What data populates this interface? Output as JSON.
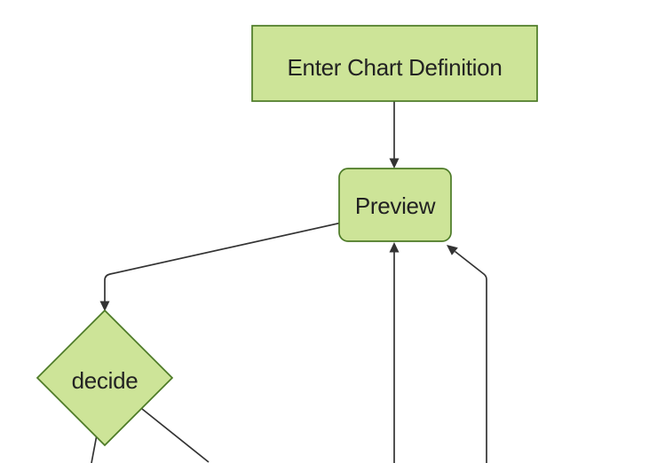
{
  "diagram": {
    "type": "flowchart",
    "direction": "top-down",
    "nodes": [
      {
        "id": "enter-chart-definition",
        "label": "Enter Chart Definition",
        "shape": "rectangle"
      },
      {
        "id": "preview",
        "label": "Preview",
        "shape": "rounded-rectangle"
      },
      {
        "id": "decide",
        "label": "decide",
        "shape": "diamond"
      }
    ],
    "edges": [
      {
        "from": "enter-chart-definition",
        "to": "preview",
        "arrow": "into-preview-top"
      },
      {
        "from": "preview",
        "to": "decide",
        "arrow": "into-decide-top"
      },
      {
        "from": "offscreen-bottom",
        "to": "preview",
        "arrow": "into-preview-bottom"
      },
      {
        "from": "offscreen-bottom",
        "to": "preview",
        "arrow": "into-preview-bottom-right-corner"
      },
      {
        "from": "decide",
        "to": "offscreen-bottom-left",
        "arrow": "none-visible"
      },
      {
        "from": "decide",
        "to": "offscreen-bottom-right",
        "arrow": "none-visible"
      }
    ]
  },
  "colors": {
    "background": "#ffffff",
    "node_fill": "#cde498",
    "node_border": "#4c7a26",
    "edge_line": "#333333",
    "label_text": "#222222"
  }
}
